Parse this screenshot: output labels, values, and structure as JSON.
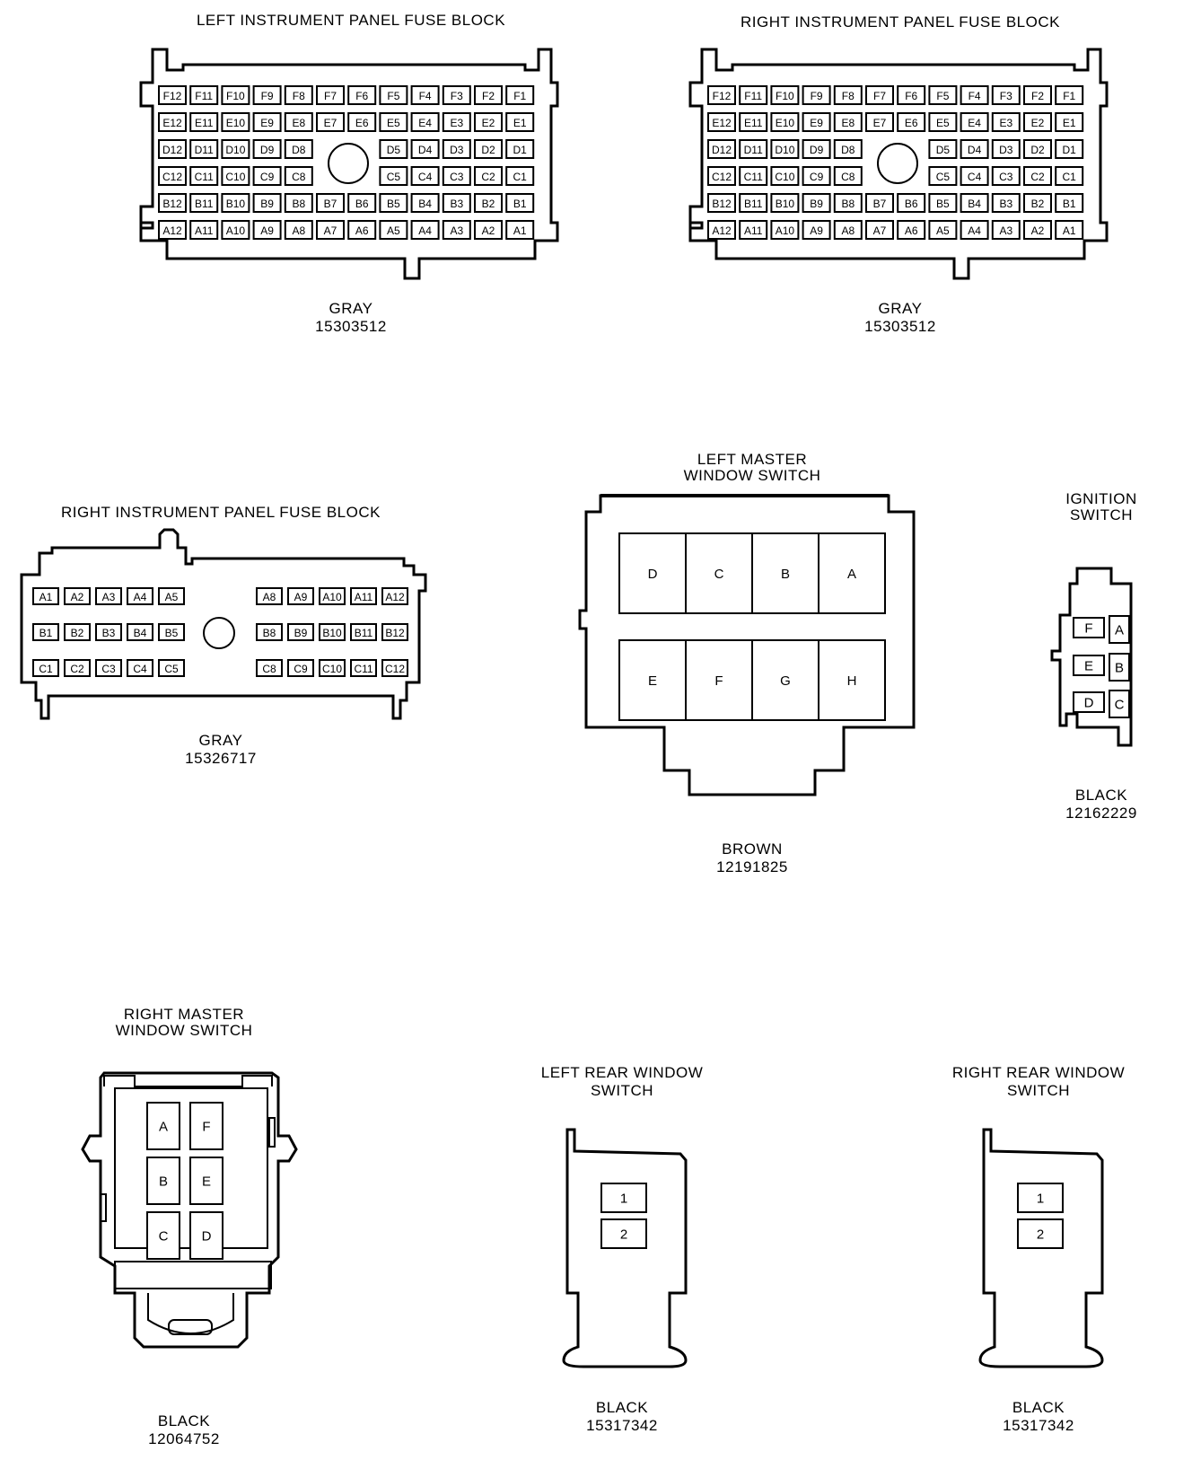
{
  "connectors": [
    {
      "id": "left-ip-fuse-block",
      "title": [
        "LEFT INSTRUMENT PANEL FUSE BLOCK"
      ],
      "color": "GRAY",
      "part_number": "15303512",
      "rows": [
        [
          "F12",
          "F11",
          "F10",
          "F9",
          "F8",
          "F7",
          "F6",
          "F5",
          "F4",
          "F3",
          "F2",
          "F1"
        ],
        [
          "E12",
          "E11",
          "E10",
          "E9",
          "E8",
          "E7",
          "E6",
          "E5",
          "E4",
          "E3",
          "E2",
          "E1"
        ],
        [
          "D12",
          "D11",
          "D10",
          "D9",
          "D8",
          "",
          "",
          "D5",
          "D4",
          "D3",
          "D2",
          "D1"
        ],
        [
          "C12",
          "C11",
          "C10",
          "C9",
          "C8",
          "",
          "",
          "C5",
          "C4",
          "C3",
          "C2",
          "C1"
        ],
        [
          "B12",
          "B11",
          "B10",
          "B9",
          "B8",
          "B7",
          "B6",
          "B5",
          "B4",
          "B3",
          "B2",
          "B1"
        ],
        [
          "A12",
          "A11",
          "A10",
          "A9",
          "A8",
          "A7",
          "A6",
          "A5",
          "A4",
          "A3",
          "A2",
          "A1"
        ]
      ]
    },
    {
      "id": "right-ip-fuse-block-1",
      "title": [
        "RIGHT INSTRUMENT PANEL FUSE BLOCK"
      ],
      "color": "GRAY",
      "part_number": "15303512",
      "rows": [
        [
          "F12",
          "F11",
          "F10",
          "F9",
          "F8",
          "F7",
          "F6",
          "F5",
          "F4",
          "F3",
          "F2",
          "F1"
        ],
        [
          "E12",
          "E11",
          "E10",
          "E9",
          "E8",
          "E7",
          "E6",
          "E5",
          "E4",
          "E3",
          "E2",
          "E1"
        ],
        [
          "D12",
          "D11",
          "D10",
          "D9",
          "D8",
          "",
          "",
          "D5",
          "D4",
          "D3",
          "D2",
          "D1"
        ],
        [
          "C12",
          "C11",
          "C10",
          "C9",
          "C8",
          "",
          "",
          "C5",
          "C4",
          "C3",
          "C2",
          "C1"
        ],
        [
          "B12",
          "B11",
          "B10",
          "B9",
          "B8",
          "B7",
          "B6",
          "B5",
          "B4",
          "B3",
          "B2",
          "B1"
        ],
        [
          "A12",
          "A11",
          "A10",
          "A9",
          "A8",
          "A7",
          "A6",
          "A5",
          "A4",
          "A3",
          "A2",
          "A1"
        ]
      ]
    },
    {
      "id": "right-ip-fuse-block-2",
      "title": [
        "RIGHT INSTRUMENT PANEL FUSE BLOCK"
      ],
      "color": "GRAY",
      "part_number": "15326717",
      "rows": [
        [
          "A1",
          "A2",
          "A3",
          "A4",
          "A5",
          "A8",
          "A9",
          "A10",
          "A11",
          "A12"
        ],
        [
          "B1",
          "B2",
          "B3",
          "B4",
          "B5",
          "B8",
          "B9",
          "B10",
          "B11",
          "B12"
        ],
        [
          "C1",
          "C2",
          "C3",
          "C4",
          "C5",
          "C8",
          "C9",
          "C10",
          "C11",
          "C12"
        ]
      ]
    },
    {
      "id": "left-master-window-switch",
      "title": [
        "LEFT MASTER",
        "WINDOW SWITCH"
      ],
      "color": "BROWN",
      "part_number": "12191825",
      "rows": [
        [
          "D",
          "C",
          "B",
          "A"
        ],
        [
          "E",
          "F",
          "G",
          "H"
        ]
      ]
    },
    {
      "id": "ignition-switch",
      "title": [
        "IGNITION",
        "SWITCH"
      ],
      "color": "BLACK",
      "part_number": "12162229",
      "rows": [
        [
          "F",
          "A"
        ],
        [
          "E",
          "B"
        ],
        [
          "D",
          "C"
        ]
      ]
    },
    {
      "id": "right-master-window-switch",
      "title": [
        "RIGHT MASTER",
        "WINDOW SWITCH"
      ],
      "color": "BLACK",
      "part_number": "12064752",
      "rows": [
        [
          "A",
          "F"
        ],
        [
          "B",
          "E"
        ],
        [
          "C",
          "D"
        ]
      ]
    },
    {
      "id": "left-rear-window-switch",
      "title": [
        "LEFT REAR WINDOW",
        "SWITCH"
      ],
      "color": "BLACK",
      "part_number": "15317342",
      "rows": [
        [
          "1"
        ],
        [
          "2"
        ]
      ]
    },
    {
      "id": "right-rear-window-switch",
      "title": [
        "RIGHT REAR WINDOW",
        "SWITCH"
      ],
      "color": "BLACK",
      "part_number": "15317342",
      "rows": [
        [
          "1"
        ],
        [
          "2"
        ]
      ]
    }
  ]
}
